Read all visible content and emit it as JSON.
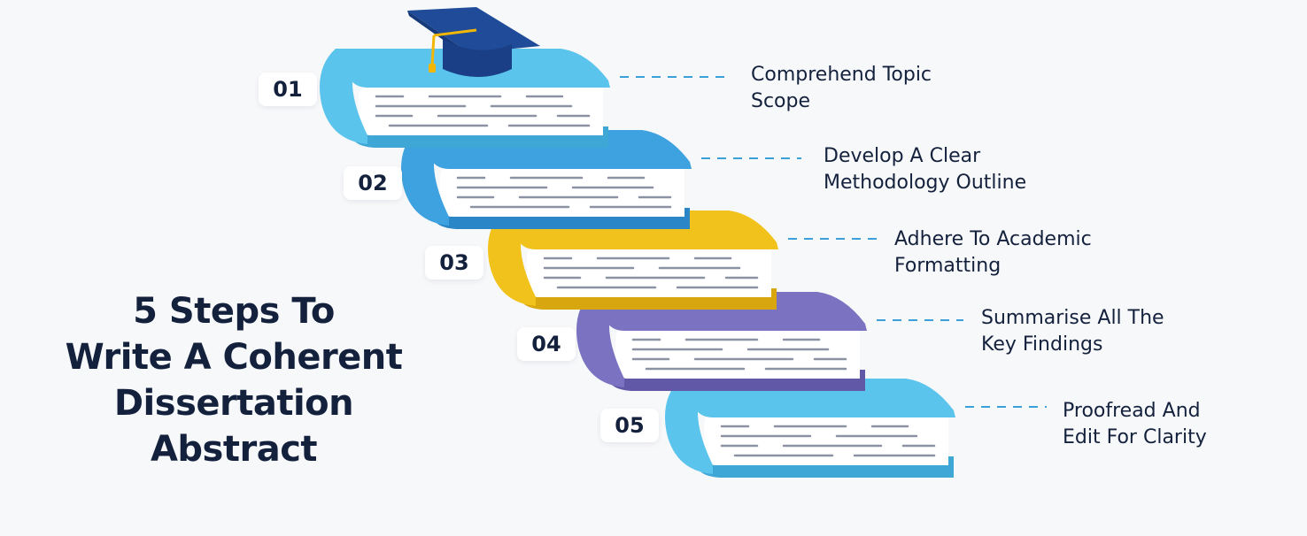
{
  "title": {
    "lines": [
      "5 Steps To",
      "Write A Coherent",
      "Dissertation",
      "Abstract"
    ]
  },
  "colors": {
    "title_text": "#14213d",
    "connector": "#3aa0d8",
    "page_lines": "#8b92a3"
  },
  "steps": [
    {
      "number": "01",
      "lines": [
        "Comprehend Topic",
        "Scope"
      ],
      "book_color": "#5bc4ec",
      "book_shade": "#3ea7d6"
    },
    {
      "number": "02",
      "lines": [
        "Develop A Clear",
        "Methodology Outline"
      ],
      "book_color": "#3fa2e0",
      "book_shade": "#2b86c7"
    },
    {
      "number": "03",
      "lines": [
        "Adhere To Academic",
        "Formatting"
      ],
      "book_color": "#f1c21b",
      "book_shade": "#d8a60f"
    },
    {
      "number": "04",
      "lines": [
        "Summarise All The",
        "Key Findings"
      ],
      "book_color": "#7b73c2",
      "book_shade": "#6159a8"
    },
    {
      "number": "05",
      "lines": [
        "Proofread And",
        "Edit For Clarity"
      ],
      "book_color": "#5bc4ec",
      "book_shade": "#3ea7d6"
    }
  ],
  "icons": {
    "top_decoration": "graduation-cap-icon"
  }
}
